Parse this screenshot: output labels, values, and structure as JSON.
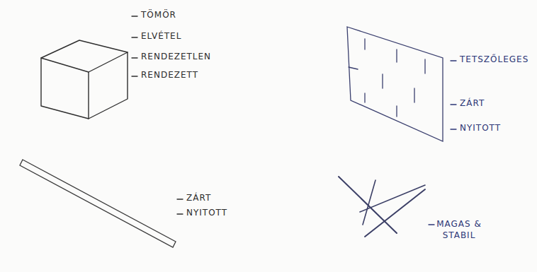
{
  "diagram": {
    "labels": [
      "TÖMÖR",
      "ELVÉTEL",
      "RENDEZETLEN",
      "RENDEZETT",
      "TETSZŐLEGES",
      "ZÁRT",
      "NYITOTT",
      "ZÁRT",
      "NYITOTT",
      "MAGAS & STABIL"
    ]
  }
}
